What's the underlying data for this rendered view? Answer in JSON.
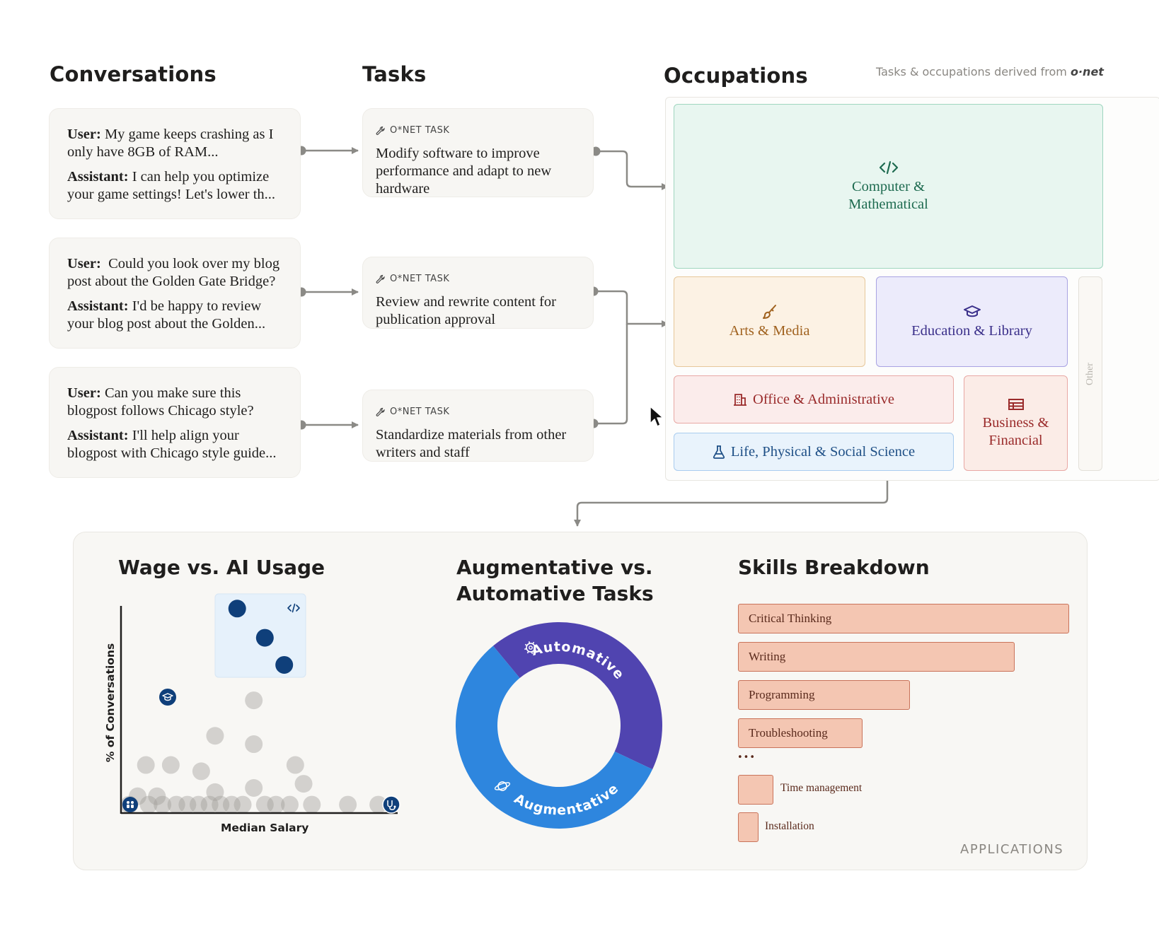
{
  "headers": {
    "conversations": "Conversations",
    "tasks": "Tasks",
    "occupations": "Occupations",
    "credit": "Tasks & occupations derived from",
    "credit_logo": "o·net"
  },
  "conversations": [
    {
      "user_label": "User:",
      "user_text": " My game keeps crashing as I only have 8GB of RAM...",
      "assistant_label": "Assistant:",
      "assistant_text": " I can help you optimize your game settings! Let's lower th..."
    },
    {
      "user_label": "User:",
      "user_text": "  Could you look over my blog post about the Golden Gate Bridge?",
      "assistant_label": "Assistant:",
      "assistant_text": " I'd be happy to review your blog post about the Golden..."
    },
    {
      "user_label": "User:",
      "user_text": " Can you make sure this blogpost follows Chicago style?",
      "assistant_label": "Assistant:",
      "assistant_text": " I'll help align your blogpost with Chicago style guide..."
    }
  ],
  "tasks": [
    {
      "tag": "O*NET TASK",
      "text": "Modify software to improve performance and adapt to new hardware"
    },
    {
      "tag": "O*NET TASK",
      "text": "Review and rewrite content for publication approval"
    },
    {
      "tag": "O*NET TASK",
      "text": "Standardize materials from other writers and staff"
    }
  ],
  "occupations": {
    "computer": {
      "label": "Computer & Mathematical",
      "icon": "code-icon",
      "color": "#1e6b50",
      "bg": "#e8f6f0"
    },
    "arts": {
      "label": "Arts & Media",
      "icon": "paintbrush-icon",
      "color": "#a0621f",
      "bg": "#fcf2e4"
    },
    "education": {
      "label": "Education & Library",
      "icon": "graduation-cap-icon",
      "color": "#3a2f8a",
      "bg": "#ecebfb"
    },
    "office": {
      "label": "Office & Administrative",
      "icon": "building-icon",
      "color": "#9a2b2b",
      "bg": "#fbeceb"
    },
    "business": {
      "label": "Business & Financial",
      "icon": "table-icon",
      "color": "#9a2b2b",
      "bg": "#fbece7"
    },
    "life": {
      "label": "Life, Physical & Social Science",
      "icon": "flask-icon",
      "color": "#1e4f86",
      "bg": "#e9f3fc"
    },
    "other": {
      "label": "Other"
    }
  },
  "panel": {
    "wage_title": "Wage vs. AI Usage",
    "aug_title_1": "Augmentative vs.",
    "aug_title_2": "Automative Tasks",
    "skills_title": "Skills Breakdown",
    "y_label": "% of Conversations",
    "x_label": "Median Salary",
    "automative_label": "Automative",
    "augmentative_label": "Augmentative",
    "ellipsis": "•••",
    "applications": "APPLICATIONS"
  },
  "chart_data": [
    {
      "type": "scatter",
      "title": "Wage vs. AI Usage",
      "xlabel": "Median Salary",
      "ylabel": "% of Conversations",
      "highlighted_series": {
        "name": "Computer & Mathematical",
        "color": "#0f3f7a",
        "points": [
          [
            0.42,
            0.96
          ],
          [
            0.52,
            0.82
          ],
          [
            0.59,
            0.69
          ]
        ]
      },
      "education_point": [
        0.17,
        0.56
      ],
      "other_points": [
        [
          0.48,
          0.52
        ],
        [
          0.34,
          0.35
        ],
        [
          0.48,
          0.31
        ],
        [
          0.09,
          0.21
        ],
        [
          0.18,
          0.21
        ],
        [
          0.29,
          0.18
        ],
        [
          0.63,
          0.21
        ],
        [
          0.66,
          0.12
        ],
        [
          0.48,
          0.1
        ],
        [
          0.34,
          0.08
        ],
        [
          0.06,
          0.06
        ],
        [
          0.13,
          0.06
        ],
        [
          0.03,
          0.02
        ],
        [
          0.1,
          0.02
        ],
        [
          0.15,
          0.02
        ],
        [
          0.2,
          0.02
        ],
        [
          0.24,
          0.02
        ],
        [
          0.28,
          0.02
        ],
        [
          0.32,
          0.02
        ],
        [
          0.36,
          0.02
        ],
        [
          0.4,
          0.02
        ],
        [
          0.44,
          0.02
        ],
        [
          0.52,
          0.02
        ],
        [
          0.56,
          0.02
        ],
        [
          0.61,
          0.02
        ],
        [
          0.69,
          0.02
        ],
        [
          0.82,
          0.02
        ],
        [
          0.93,
          0.02
        ]
      ],
      "corner_icons": [
        "people-icon",
        "stethoscope-icon"
      ]
    },
    {
      "type": "pie",
      "title": "Augmentative vs. Automative Tasks",
      "series": [
        {
          "name": "Automative",
          "value": 43,
          "color": "#5044b0"
        },
        {
          "name": "Augmentative",
          "value": 57,
          "color": "#2e86de"
        }
      ]
    },
    {
      "type": "bar",
      "title": "Skills Breakdown",
      "categories": [
        "Critical Thinking",
        "Writing",
        "Programming",
        "Troubleshooting",
        "Time management",
        "Installation"
      ],
      "values": [
        100,
        84,
        52,
        38,
        10,
        5
      ]
    }
  ]
}
